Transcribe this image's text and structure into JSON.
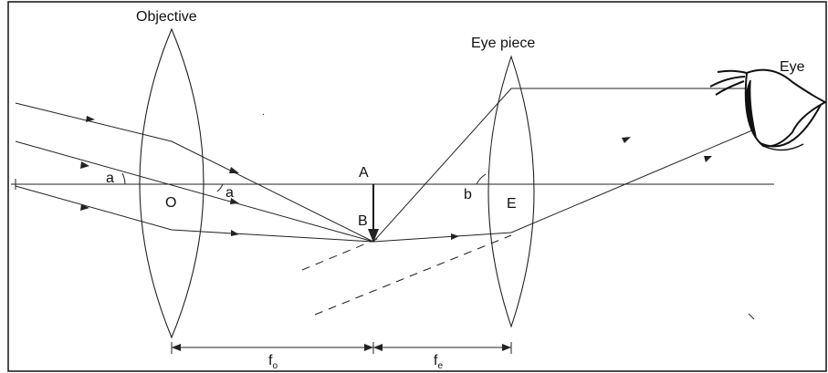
{
  "labels": {
    "objective": "Objective",
    "eye_piece": "Eye piece",
    "eye": "Eye",
    "point_a": "A",
    "point_b": "B",
    "point_o": "O",
    "point_e": "E",
    "angle_a_left": "a",
    "angle_a_right": "a",
    "angle_b": "b",
    "fo_main": "f",
    "fo_sub": "o",
    "fe_main": "f",
    "fe_sub": "e"
  }
}
